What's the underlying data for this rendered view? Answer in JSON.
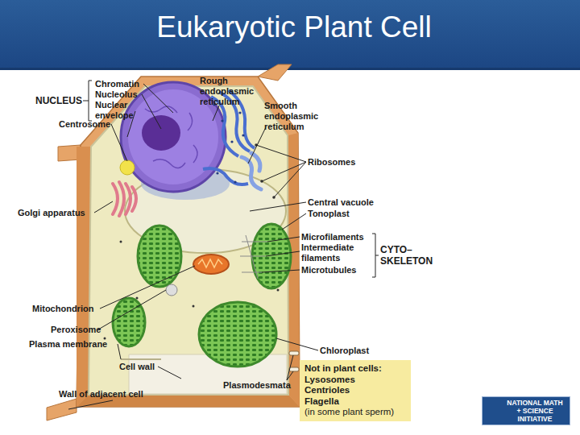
{
  "diagram": {
    "title": "Eukaryotic Plant Cell",
    "nodes": [
      {
        "text": [
          "Not in plant cells:",
          "Lysosomes",
          "Centrioles",
          "Flagella",
          "(in some plant sperm)"
        ]
      },
      {
        "text": [
          "NATIONAL MATH + SCIENCE INITIATIVE"
        ]
      }
    ],
    "labels": [
      "Chromatin",
      "Nucleolus",
      "Nuclear envelope",
      "NUCLEUS",
      "Centrosome",
      "Rough endoplasmic reticulum",
      "Smooth endoplasmic reticulum",
      "Ribosomes",
      "Golgi apparatus",
      "Central vacuole",
      "Tonoplast",
      "Microfilaments",
      "Intermediate filaments",
      "Microtubules",
      "CYTO– SKELETON",
      "Mitochondrion",
      "Peroxisome",
      "Plasma membrane",
      "Chloroplast",
      "Cell wall",
      "Plasmodesmata",
      "Wall of adjacent cell"
    ]
  }
}
